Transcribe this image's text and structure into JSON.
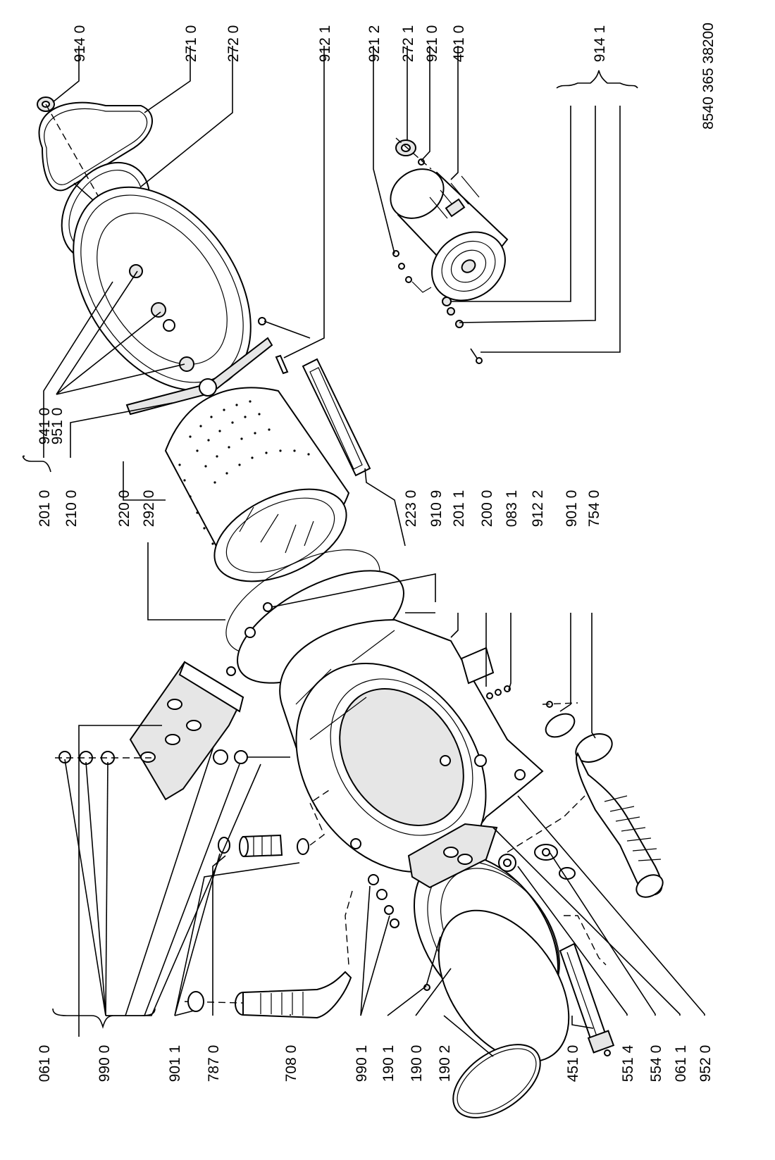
{
  "document_code": "8540 365 38200",
  "labels": {
    "l_0610": "061 0",
    "l_9900": "990 0",
    "l_9011": "901 1",
    "l_7870": "787 0",
    "l_7080": "708 0",
    "l_9901": "990 1",
    "l_1901": "190 1",
    "l_1900": "190 0",
    "l_1902": "190 2",
    "l_4510": "451 0",
    "l_5514": "551 4",
    "l_5540": "554 0",
    "l_0611": "061 1",
    "l_9520": "952 0",
    "l_2010": "201 0",
    "l_2100": "210 0",
    "l_9410": "941 0",
    "l_9510": "951 0",
    "l_2200": "220 0",
    "l_2920": "292 0",
    "l_2230": "223 0",
    "l_9109": "910 9",
    "l_2011": "201 1",
    "l_2000": "200 0",
    "l_0831": "083 1",
    "l_9122": "912 2",
    "l_9010": "901 0",
    "l_7540": "754 0",
    "l_9140": "914 0",
    "l_2710": "271 0",
    "l_2720": "272 0",
    "l_9121": "912 1",
    "l_9212": "921 2",
    "l_2721": "272 1",
    "l_9210": "921 0",
    "l_4010": "401 0",
    "l_9141": "914 1"
  }
}
